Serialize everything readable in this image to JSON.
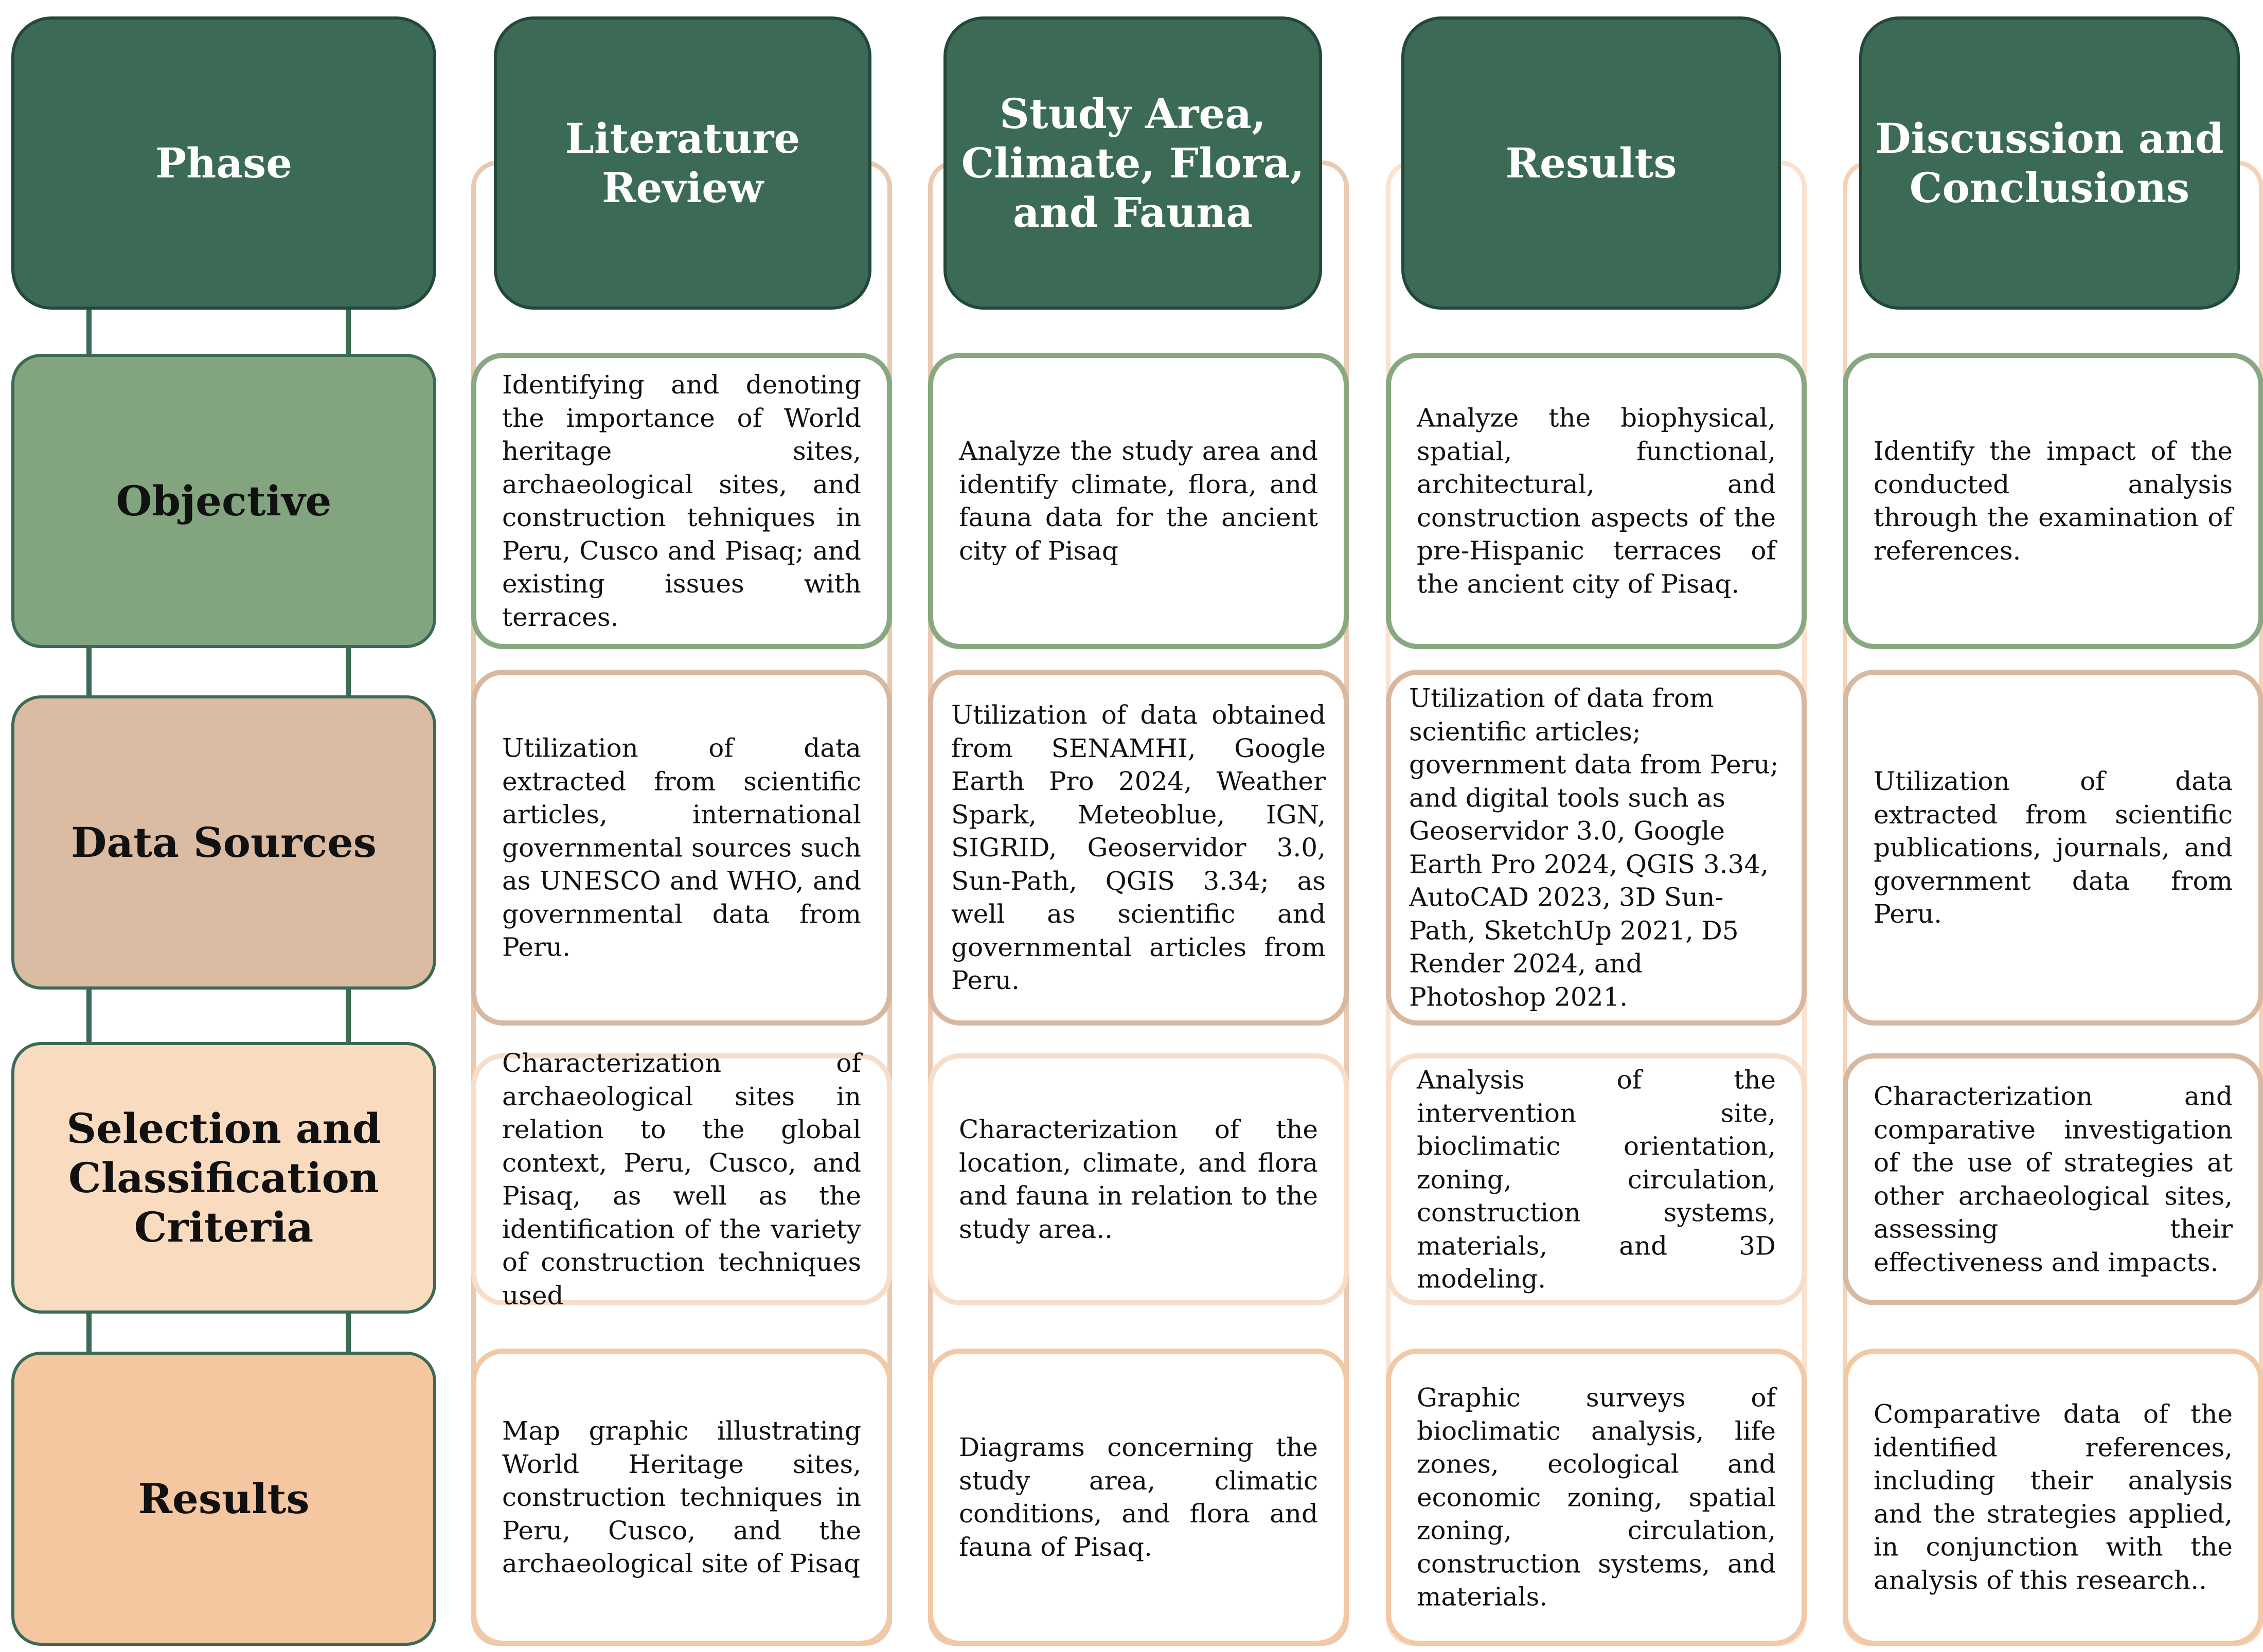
{
  "colors": {
    "header_fill": "#3b6b55",
    "objective_fill": "#82a47f",
    "data_sources_fill": "#dbbca2",
    "selection_fill": "#f9dbc0",
    "results_fill": "#f4c7a1",
    "objective_border": "#87a880",
    "data_sources_border": "#d9b8a0",
    "selection_border": "#f7decb",
    "results_border": "#f2c8a5"
  },
  "columns": [
    {
      "header": "Phase"
    },
    {
      "header": "Literature\nReview"
    },
    {
      "header": "Study Area,\nClimate, Flora,\nand Fauna"
    },
    {
      "header": "Results"
    },
    {
      "header": "Discussion and\nConclusions"
    }
  ],
  "phases": [
    {
      "label": "Objective"
    },
    {
      "label": "Data Sources"
    },
    {
      "label": "Selection and\nClassification\nCriteria"
    },
    {
      "label": "Results"
    }
  ],
  "cells": {
    "objective": [
      "Identifying and denoting the importance of World heritage sites, archaeological sites, and construction tehniques in Peru, Cusco and Pisaq; and existing issues with terraces.",
      "Analyze the study area and identify climate, flora, and fauna data for the ancient city of Pisaq",
      "Analyze the biophysical, spatial, functional, architectural, and construction aspects of the pre-Hispanic terraces of the ancient city of Pisaq.",
      "Identify the impact of the conducted analysis through the examination of references."
    ],
    "data_sources": [
      "Utilization of data extracted from scientific articles, international governmental sources such as UNESCO and WHO, and governmental data from Peru.",
      "Utilization of data obtained from SENAMHI, Google Earth Pro 2024, Weather Spark, Meteoblue, IGN, SIGRID, Geoservidor 3.0, Sun-Path, QGIS 3.34; as well as scientific and governmental articles from Peru.",
      "Utilization of data from scientific articles; government data from Peru; and digital tools such as Geoservidor 3.0, Google Earth Pro 2024, QGIS 3.34, AutoCAD 2023, 3D Sun-Path, SketchUp 2021, D5 Render 2024, and Photoshop 2021.",
      "Utilization of data extracted from scientific publications, journals, and government data from Peru."
    ],
    "selection": [
      "Characterization of archaeological sites in relation to the global context, Peru, Cusco, and Pisaq, as well as the identification of the variety of construction techniques used",
      "Characterization of the location, climate, and flora and fauna in relation to the study area..",
      "Analysis of the intervention site, bioclimatic orientation, zoning, circulation, construction systems, materials, and 3D modeling.",
      "Characterization and comparative investigation of the use of strategies at other archaeological sites, assessing their effectiveness and impacts."
    ],
    "results": [
      "Map graphic illustrating World Heritage sites, construction techniques in Peru, Cusco, and the archaeological site of Pisaq",
      "Diagrams concerning the study area, climatic conditions, and flora and fauna of Pisaq.",
      "Graphic surveys of bioclimatic analysis, life zones, ecological and economic zoning, spatial zoning, circulation, construction systems, and materials.",
      "Comparative data of the identified references, including their analysis and the strategies applied, in conjunction with the analysis of this research.."
    ]
  }
}
